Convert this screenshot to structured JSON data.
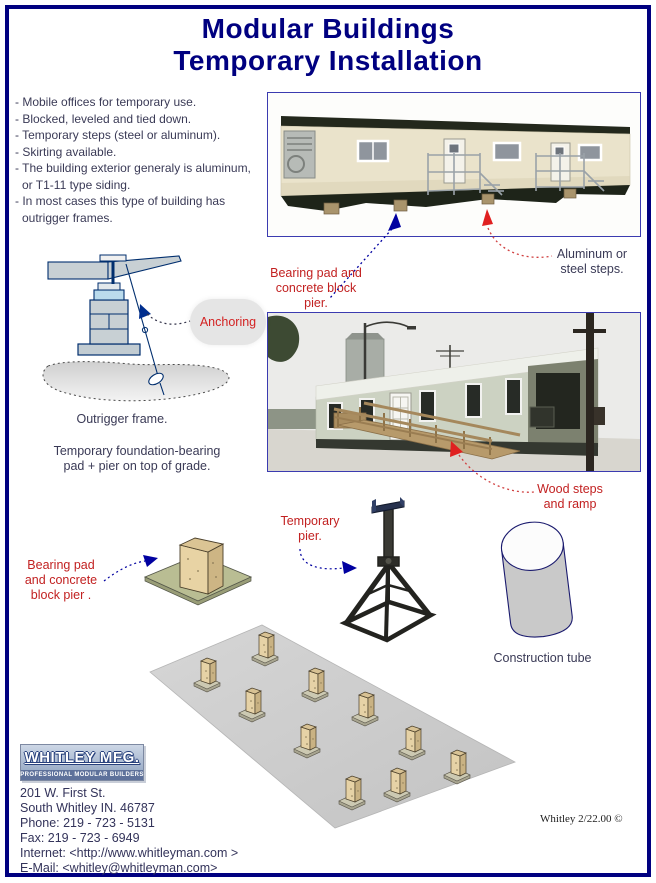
{
  "page": {
    "title_line1": "Modular Buildings",
    "title_line2": "Temporary Installation"
  },
  "bullets": [
    [
      "- Mobile offices for temporary use."
    ],
    [
      "- Blocked, leveled and tied down."
    ],
    [
      "- Temporary steps (steel or aluminum)."
    ],
    [
      "- Skirting available."
    ],
    [
      "- The building exterior generaly is aluminum,",
      "or T1-11 type siding."
    ],
    [
      "- In most cases this type of building has",
      "outrigger frames."
    ]
  ],
  "labels": {
    "bearing_pad_photo": [
      "Bearing pad and",
      "concrete block",
      "pier."
    ],
    "aluminum_steps": [
      "Aluminum  or",
      "steel steps."
    ],
    "anchoring": "Anchoring",
    "outrigger_frame": "Outrigger frame.",
    "temporary_foundation": [
      "Temporary foundation-bearing",
      "pad + pier on top of grade."
    ],
    "wood_steps": [
      "Wood steps",
      "and ramp"
    ],
    "temporary_pier": [
      "Temporary",
      "pier."
    ],
    "bearing_pad_diagram": [
      "Bearing pad",
      "and concrete",
      "block pier ."
    ],
    "construction_tube": "Construction tube"
  },
  "footer": {
    "logo_title": "WHITLEY MFG.",
    "logo_subtitle": "PROFESSIONAL MODULAR BUILDERS",
    "address": [
      "201 W. First St.",
      "South Whitley IN. 46787",
      "Phone: 219 - 723 - 5131",
      "Fax: 219 - 723 - 6949",
      "Internet: <http://www.whitleyman.com >",
      "E-Mail: <whitley@whitleyman.com>"
    ],
    "copyright": "Whitley 2/22.00 ©"
  },
  "colors": {
    "navy_accent": "#000080",
    "body_text": "#3a3a56",
    "label_red": "#c22121",
    "photo_border": "#3b3bb0"
  }
}
